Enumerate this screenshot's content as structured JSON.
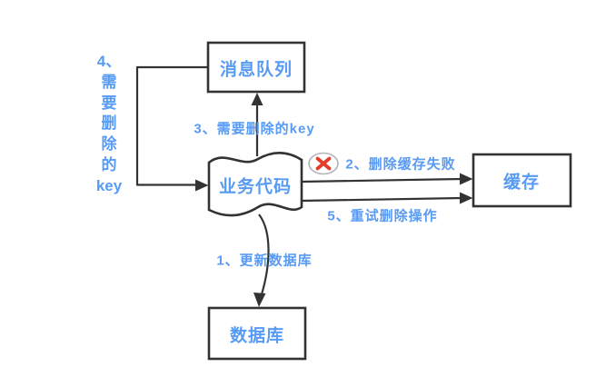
{
  "colors": {
    "label_blue": "#579BF5",
    "line_dark": "#333333",
    "fail_red": "#E23E2B",
    "fail_ring": "#B3B3B3",
    "background": "#FFFFFF"
  },
  "nodes": {
    "message_queue": "消息队列",
    "business_code": "业务代码",
    "cache": "缓存",
    "database": "数据库"
  },
  "labels": {
    "step1": "1、更新数据库",
    "step2": "2、删除缓存失败",
    "step3": "3、需要删除的key",
    "step4": "4、\n需\n要\n删\n除\n的\nkey",
    "step5": "5、重试删除操作"
  },
  "icons": {
    "fail": "red-x-circle"
  }
}
